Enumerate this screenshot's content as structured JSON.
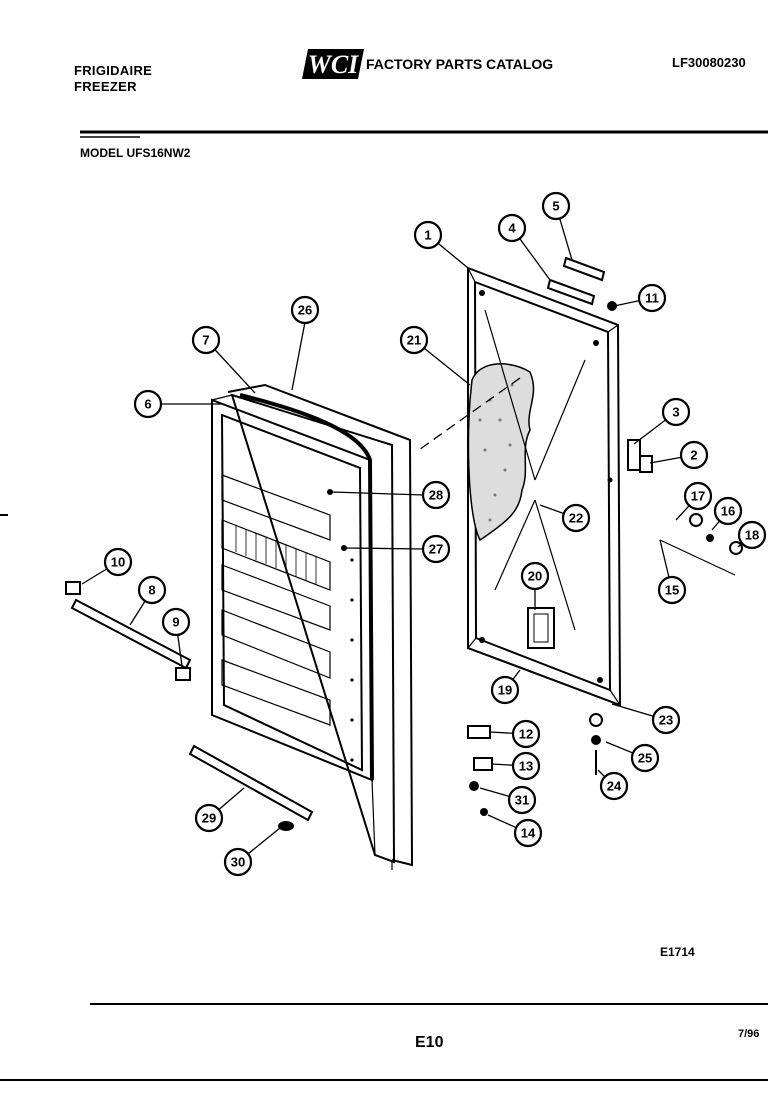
{
  "header": {
    "brand_line1": "FRIGIDAIRE",
    "brand_line2": "FREEZER",
    "logo_text": "WCI",
    "catalog_title": "FACTORY PARTS CATALOG",
    "catalog_number": "LF30080230",
    "model_label": "MODEL UFS16NW2"
  },
  "callouts": [
    {
      "label": "1"
    },
    {
      "label": "2"
    },
    {
      "label": "3"
    },
    {
      "label": "4"
    },
    {
      "label": "5"
    },
    {
      "label": "6"
    },
    {
      "label": "7"
    },
    {
      "label": "8"
    },
    {
      "label": "9"
    },
    {
      "label": "10"
    },
    {
      "label": "11"
    },
    {
      "label": "12"
    },
    {
      "label": "13"
    },
    {
      "label": "14"
    },
    {
      "label": "15"
    },
    {
      "label": "16"
    },
    {
      "label": "17"
    },
    {
      "label": "18"
    },
    {
      "label": "19"
    },
    {
      "label": "20"
    },
    {
      "label": "21"
    },
    {
      "label": "22"
    },
    {
      "label": "23"
    },
    {
      "label": "24"
    },
    {
      "label": "25"
    },
    {
      "label": "26"
    },
    {
      "label": "27"
    },
    {
      "label": "28"
    },
    {
      "label": "29"
    },
    {
      "label": "30"
    },
    {
      "label": "31"
    }
  ],
  "footer": {
    "diagram_code": "E1714",
    "page_code": "E10",
    "revision": "7/96"
  }
}
